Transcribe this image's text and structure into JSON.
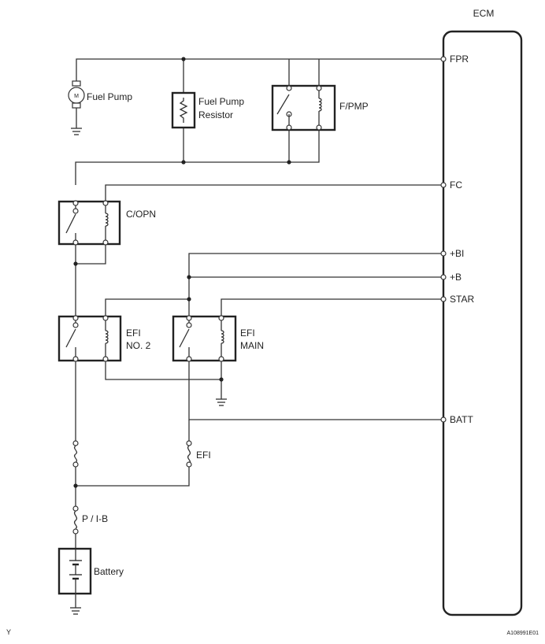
{
  "ecm": {
    "title": "ECM"
  },
  "pins": {
    "fpr": "FPR",
    "fc": "FC",
    "bi": "+BI",
    "b": "+B",
    "star": "STAR",
    "batt": "BATT"
  },
  "components": {
    "fuel_pump": "Fuel Pump",
    "motor_symbol": "M",
    "fuel_pump_resistor_line1": "Fuel Pump",
    "fuel_pump_resistor_line2": "Resistor",
    "fpmp_relay": "F/PMP",
    "copn_relay": "C/OPN",
    "efi_no2_line1": "EFI",
    "efi_no2_line2": "NO. 2",
    "efi_main_line1": "EFI",
    "efi_main_line2": "MAIN",
    "efi_fuse": "EFI",
    "pib_fuse": "P / I-B",
    "battery": "Battery"
  },
  "footer": {
    "left_mark": "Y",
    "figure_id": "A108991E01"
  }
}
